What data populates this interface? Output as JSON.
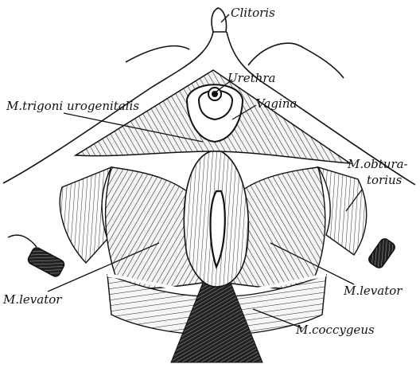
{
  "labels": {
    "clitoris": "Clitoris",
    "urethra": "Urethra",
    "vagina": "Vagina",
    "trigoni": "M.trigoni urogenitalis",
    "obturatorius_line1": "M.obtura-",
    "obturatorius_line2": "torius",
    "levator_left": "M.levator",
    "levator_right": "M.levator",
    "coccygeus": "M.coccygeus"
  },
  "colors": {
    "ink": "#111111",
    "background": "#ffffff",
    "muscle_light": "#e9e9e9",
    "muscle_dark": "#2a2a2a"
  }
}
